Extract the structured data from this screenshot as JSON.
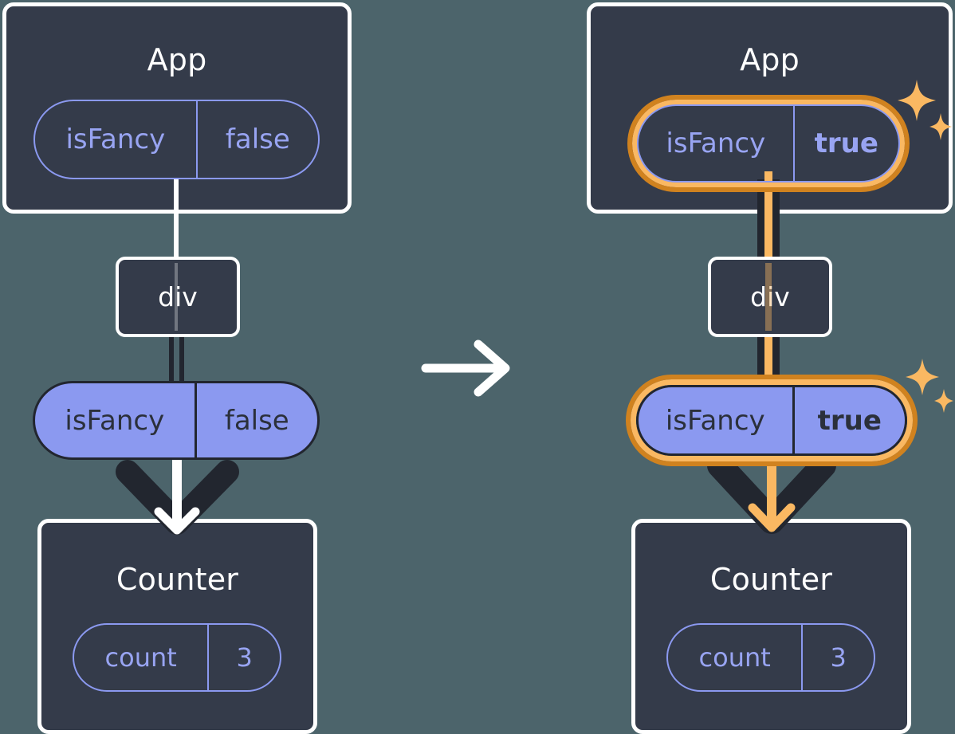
{
  "diagram": {
    "title": "React state propagation: isFancy false to true",
    "background_color": "#4C646B",
    "panel_color": "#343B4A",
    "pill_color": "#8B99F0",
    "highlight_color": "#FAB862",
    "highlight_shadow_color": "#D0821F",
    "wire_color": "#FFFFFF",
    "wire_dark_color": "#22262F",
    "transition_arrow": "arrow-right"
  },
  "before": {
    "app": {
      "title": "App",
      "state": {
        "key": "isFancy",
        "value": "false"
      }
    },
    "div": {
      "label": "div"
    },
    "prop": {
      "key": "isFancy",
      "value": "false"
    },
    "counter": {
      "title": "Counter",
      "state": {
        "key": "count",
        "value": "3"
      }
    }
  },
  "after": {
    "app": {
      "title": "App",
      "state": {
        "key": "isFancy",
        "value": "true"
      },
      "highlighted": true,
      "sparkle": "sparkles-icon"
    },
    "div": {
      "label": "div"
    },
    "prop": {
      "key": "isFancy",
      "value": "true",
      "highlighted": true,
      "sparkle": "sparkles-icon"
    },
    "counter": {
      "title": "Counter",
      "state": {
        "key": "count",
        "value": "3"
      }
    }
  }
}
